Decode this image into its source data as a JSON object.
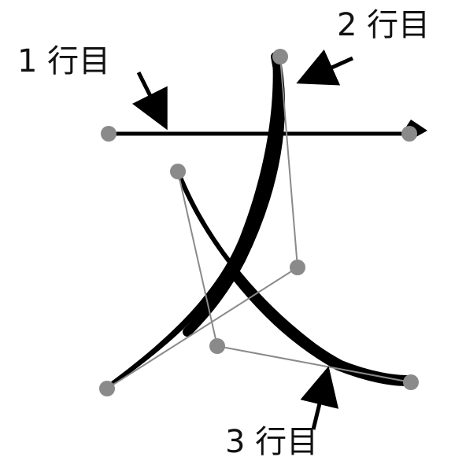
{
  "labels": {
    "line1": "1 行目",
    "line2": "2 行目",
    "line3": "3 行目"
  },
  "colors": {
    "stroke": "#000000",
    "control_point": "#8a8a8a",
    "control_line": "#8a8a8a"
  }
}
